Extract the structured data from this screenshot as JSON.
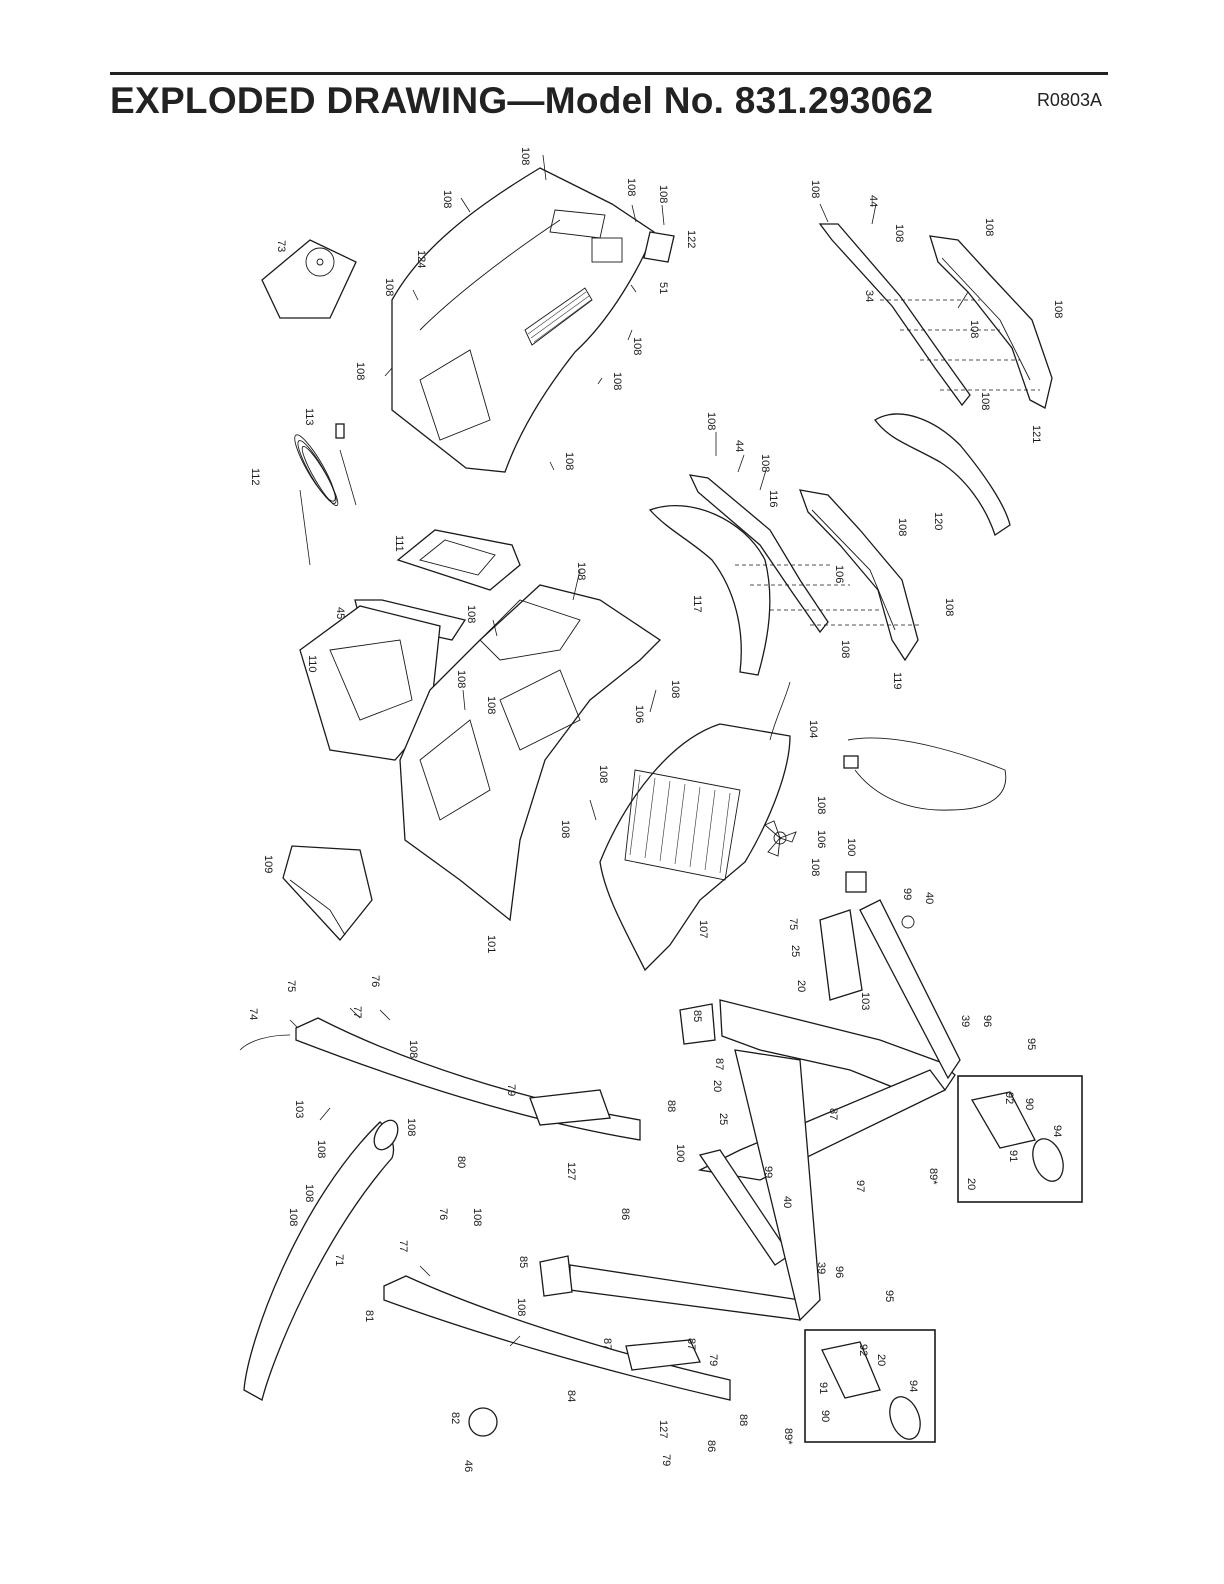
{
  "header": {
    "title": "EXPLODED DRAWING—Model No. 831.293062",
    "code": "R0803A"
  },
  "labels": [
    {
      "id": "l1",
      "text": "108"
    },
    {
      "id": "l2",
      "text": "108"
    },
    {
      "id": "l3",
      "text": "108"
    },
    {
      "id": "l4",
      "text": "108"
    },
    {
      "id": "l5",
      "text": "122"
    },
    {
      "id": "l6",
      "text": "124"
    },
    {
      "id": "l7",
      "text": "73"
    },
    {
      "id": "l8",
      "text": "108"
    },
    {
      "id": "l9",
      "text": "51"
    },
    {
      "id": "l10",
      "text": "108"
    },
    {
      "id": "l11",
      "text": "108"
    },
    {
      "id": "l12",
      "text": "108"
    },
    {
      "id": "l13",
      "text": "108"
    },
    {
      "id": "l14",
      "text": "113"
    },
    {
      "id": "l15",
      "text": "112"
    },
    {
      "id": "l16",
      "text": "108"
    },
    {
      "id": "l17",
      "text": "44"
    },
    {
      "id": "l18",
      "text": "108"
    },
    {
      "id": "l19",
      "text": "108"
    },
    {
      "id": "l20",
      "text": "34"
    },
    {
      "id": "l21",
      "text": "108"
    },
    {
      "id": "l22",
      "text": "108"
    },
    {
      "id": "l23",
      "text": "108"
    },
    {
      "id": "l24",
      "text": "121"
    },
    {
      "id": "l25",
      "text": "108"
    },
    {
      "id": "l26",
      "text": "44"
    },
    {
      "id": "l27",
      "text": "108"
    },
    {
      "id": "l28",
      "text": "116"
    },
    {
      "id": "l29",
      "text": "108"
    },
    {
      "id": "l30",
      "text": "120"
    },
    {
      "id": "l31",
      "text": "106"
    },
    {
      "id": "l32",
      "text": "108"
    },
    {
      "id": "l33",
      "text": "117"
    },
    {
      "id": "l34",
      "text": "108"
    },
    {
      "id": "l35",
      "text": "119"
    },
    {
      "id": "l36",
      "text": "111"
    },
    {
      "id": "l37",
      "text": "108"
    },
    {
      "id": "l38",
      "text": "108"
    },
    {
      "id": "l39",
      "text": "45"
    },
    {
      "id": "l40",
      "text": "110"
    },
    {
      "id": "l41",
      "text": "108"
    },
    {
      "id": "l42",
      "text": "108"
    },
    {
      "id": "l43",
      "text": "108"
    },
    {
      "id": "l44",
      "text": "106"
    },
    {
      "id": "l45",
      "text": "108"
    },
    {
      "id": "l46",
      "text": "108"
    },
    {
      "id": "l47",
      "text": "109"
    },
    {
      "id": "l48",
      "text": "101"
    },
    {
      "id": "l49",
      "text": "107"
    },
    {
      "id": "l50",
      "text": "104"
    },
    {
      "id": "l51",
      "text": "108"
    },
    {
      "id": "l52",
      "text": "106"
    },
    {
      "id": "l53",
      "text": "108"
    },
    {
      "id": "l54",
      "text": "100"
    },
    {
      "id": "l55",
      "text": "99"
    },
    {
      "id": "l56",
      "text": "40"
    },
    {
      "id": "l57",
      "text": "75"
    },
    {
      "id": "l58",
      "text": "25"
    },
    {
      "id": "l59",
      "text": "20"
    },
    {
      "id": "l60",
      "text": "103"
    },
    {
      "id": "l61",
      "text": "85"
    },
    {
      "id": "l62",
      "text": "39"
    },
    {
      "id": "l63",
      "text": "96"
    },
    {
      "id": "l64",
      "text": "95"
    },
    {
      "id": "l65",
      "text": "74"
    },
    {
      "id": "l66",
      "text": "75"
    },
    {
      "id": "l67",
      "text": "76"
    },
    {
      "id": "l68",
      "text": "77"
    },
    {
      "id": "l69",
      "text": "108"
    },
    {
      "id": "l70",
      "text": "103"
    },
    {
      "id": "l71",
      "text": "108"
    },
    {
      "id": "l72",
      "text": "108"
    },
    {
      "id": "l73",
      "text": "79"
    },
    {
      "id": "l74",
      "text": "80"
    },
    {
      "id": "l75",
      "text": "87"
    },
    {
      "id": "l76",
      "text": "20"
    },
    {
      "id": "l77",
      "text": "25"
    },
    {
      "id": "l78",
      "text": "87"
    },
    {
      "id": "l79",
      "text": "88"
    },
    {
      "id": "l80",
      "text": "100"
    },
    {
      "id": "l81",
      "text": "127"
    },
    {
      "id": "l82",
      "text": "86"
    },
    {
      "id": "l83",
      "text": "99"
    },
    {
      "id": "l84",
      "text": "40"
    },
    {
      "id": "l85",
      "text": "97"
    },
    {
      "id": "l86",
      "text": "92"
    },
    {
      "id": "l87",
      "text": "90"
    },
    {
      "id": "l88",
      "text": "91"
    },
    {
      "id": "l89",
      "text": "94"
    },
    {
      "id": "l90",
      "text": "20"
    },
    {
      "id": "l91",
      "text": "89*"
    },
    {
      "id": "l92",
      "text": "108"
    },
    {
      "id": "l93",
      "text": "108"
    },
    {
      "id": "l94",
      "text": "71"
    },
    {
      "id": "l95",
      "text": "77"
    },
    {
      "id": "l96",
      "text": "76"
    },
    {
      "id": "l97",
      "text": "108"
    },
    {
      "id": "l98",
      "text": "81"
    },
    {
      "id": "l99",
      "text": "85"
    },
    {
      "id": "l100",
      "text": "108"
    },
    {
      "id": "l101",
      "text": "39"
    },
    {
      "id": "l102",
      "text": "96"
    },
    {
      "id": "l103",
      "text": "95"
    },
    {
      "id": "l104",
      "text": "87"
    },
    {
      "id": "l105",
      "text": "87"
    },
    {
      "id": "l106",
      "text": "79"
    },
    {
      "id": "l107",
      "text": "84"
    },
    {
      "id": "l108",
      "text": "82"
    },
    {
      "id": "l109",
      "text": "127"
    },
    {
      "id": "l110",
      "text": "79"
    },
    {
      "id": "l111",
      "text": "86"
    },
    {
      "id": "l112",
      "text": "88"
    },
    {
      "id": "l113",
      "text": "46"
    },
    {
      "id": "l114",
      "text": "92"
    },
    {
      "id": "l115",
      "text": "20"
    },
    {
      "id": "l116",
      "text": "91"
    },
    {
      "id": "l117",
      "text": "94"
    },
    {
      "id": "l118",
      "text": "90"
    },
    {
      "id": "l119",
      "text": "89*"
    }
  ]
}
